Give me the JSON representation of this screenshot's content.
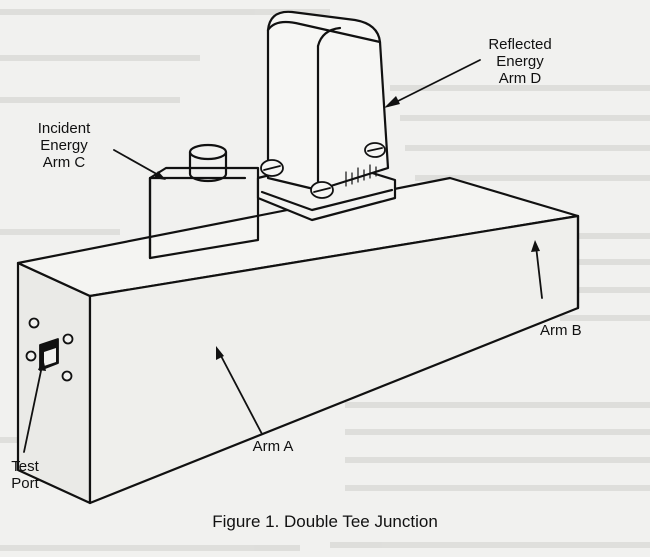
{
  "figure": {
    "caption": "Figure 1. Double Tee Junction",
    "labels": {
      "arm_a": "Arm A",
      "arm_b": "Arm B",
      "arm_c": "Incident\nEnergy\nArm C",
      "arm_d": "Reflected\nEnergy\nArm D",
      "test_port": "Test\nPort"
    }
  },
  "colors": {
    "background": "#f1f1ef",
    "ink": "#111111",
    "bleed_through": "#b9b9b7"
  }
}
